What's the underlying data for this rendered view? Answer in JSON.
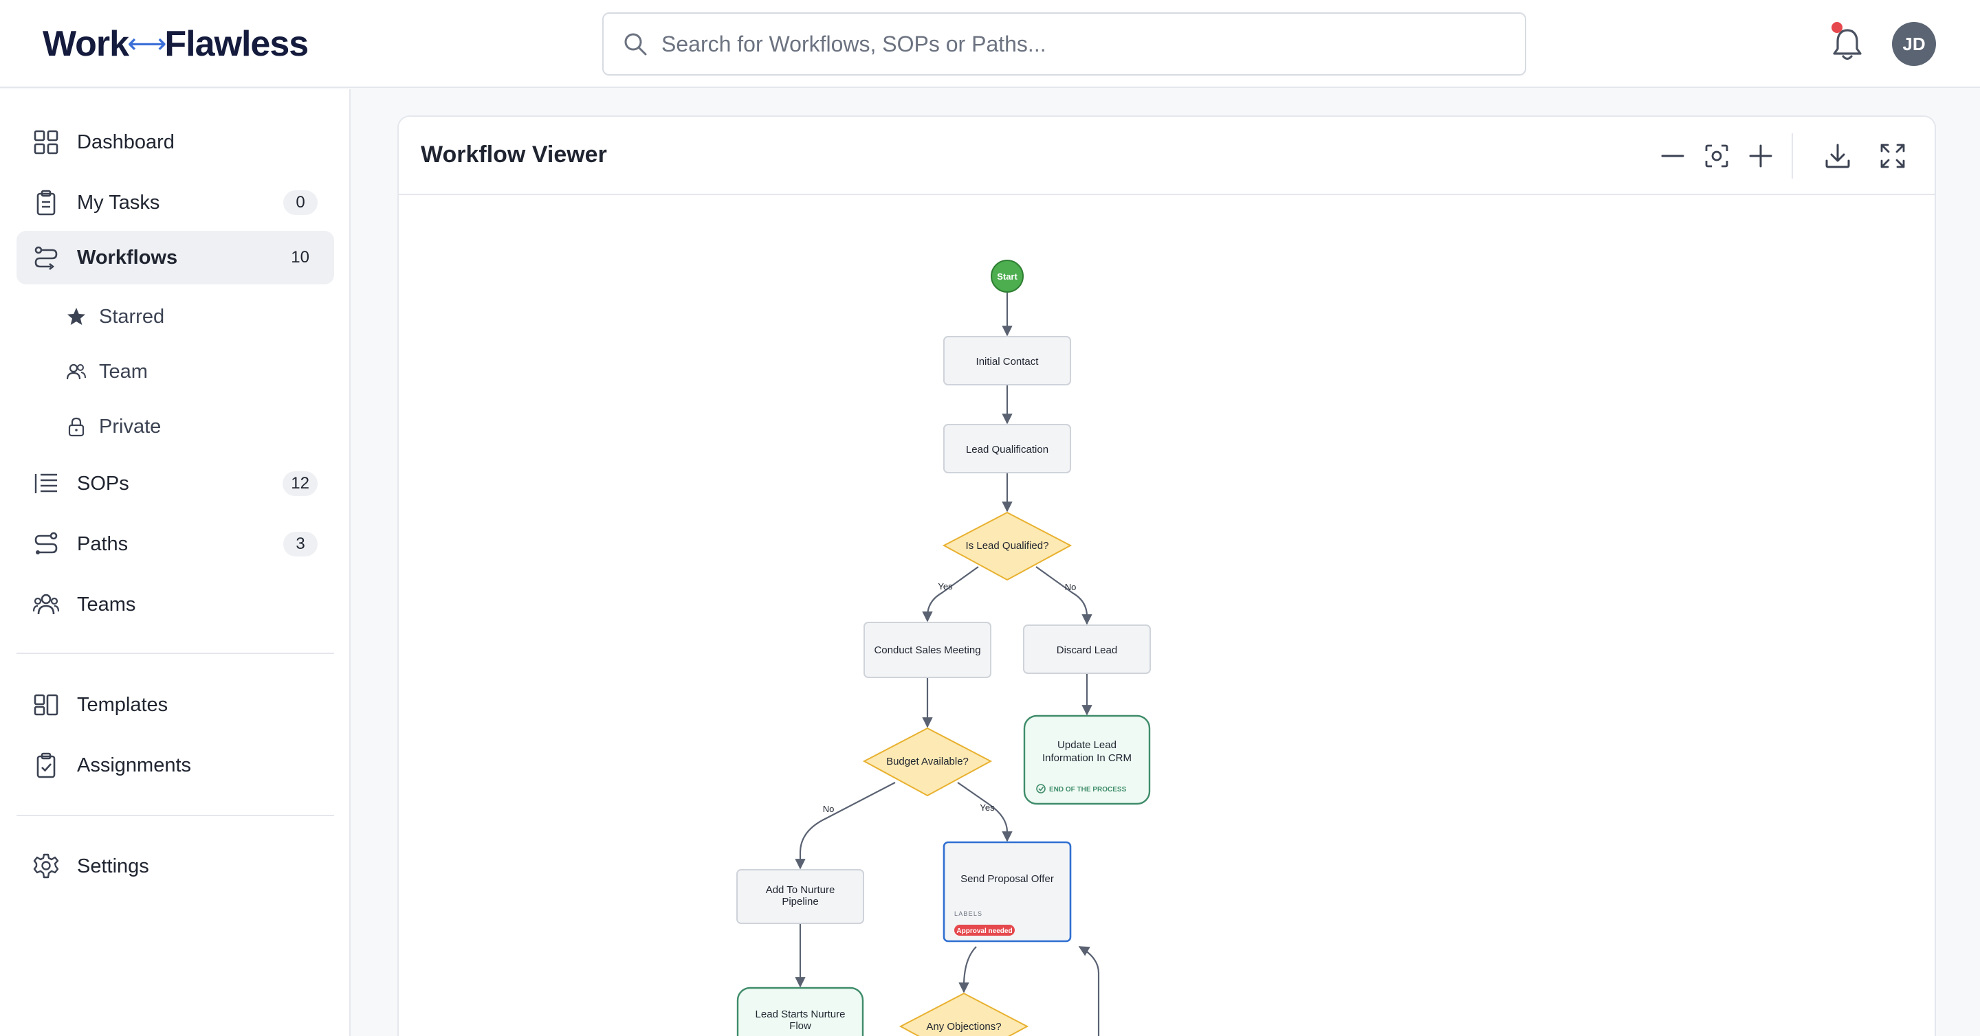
{
  "app": {
    "logo_left": "Work",
    "logo_right": "Flawless",
    "logo_link_glyph": "⟷"
  },
  "search": {
    "placeholder": "Search for Workflows, SOPs or Paths..."
  },
  "user": {
    "initials": "JD",
    "notification_dot_color": "#e5484d"
  },
  "sidebar": {
    "items": [
      {
        "label": "Dashboard",
        "icon": "grid-icon"
      },
      {
        "label": "My Tasks",
        "icon": "clipboard-icon",
        "count": "0"
      },
      {
        "label": "Workflows",
        "icon": "workflow-icon",
        "count": "10",
        "active": true
      },
      {
        "label": "SOPs",
        "icon": "list-icon",
        "count": "12"
      },
      {
        "label": "Paths",
        "icon": "path-icon",
        "count": "3"
      },
      {
        "label": "Teams",
        "icon": "users-icon"
      },
      {
        "label": "Templates",
        "icon": "template-icon"
      },
      {
        "label": "Assignments",
        "icon": "assignment-icon"
      },
      {
        "label": "Settings",
        "icon": "gear-icon"
      }
    ],
    "sub_items": [
      {
        "label": "Starred",
        "icon": "star-icon"
      },
      {
        "label": "Team",
        "icon": "team-icon"
      },
      {
        "label": "Private",
        "icon": "lock-icon"
      }
    ]
  },
  "viewer": {
    "title": "Workflow Viewer",
    "tools": [
      "zoom-out-icon",
      "fit-view-icon",
      "zoom-in-icon",
      "download-icon",
      "fullscreen-icon"
    ]
  },
  "flow": {
    "start": "Start",
    "initial_contact": "Initial Contact",
    "lead_qualification": "Lead Qualification",
    "is_lead_qualified": "Is Lead Qualified?",
    "yes_1": "Yes",
    "no_1": "No",
    "conduct_sales_meeting": "Conduct Sales Meeting",
    "discard_lead": "Discard Lead",
    "update_crm_line1": "Update Lead",
    "update_crm_line2": "Information In CRM",
    "end_of_process": "END OF THE PROCESS",
    "budget_available": "Budget Available?",
    "no_2": "No",
    "yes_2": "Yes",
    "nurture_line1": "Add To Nurture",
    "nurture_line2": "Pipeline",
    "send_proposal": "Send Proposal Offer",
    "labels_caption": "LABELS",
    "approval_badge": "Approval needed",
    "nurture_flow_line1": "Lead Starts Nurture",
    "nurture_flow_line2": "Flow",
    "any_objections": "Any Objections?",
    "colors": {
      "start_fill": "#4cae4f",
      "decision_fill": "#fde9b3",
      "decision_stroke": "#e8b130",
      "end_stroke": "#3f8c6a",
      "end_fill": "#eefaf3",
      "selected_stroke": "#2f6fd1",
      "badge": "#e5484d"
    }
  }
}
